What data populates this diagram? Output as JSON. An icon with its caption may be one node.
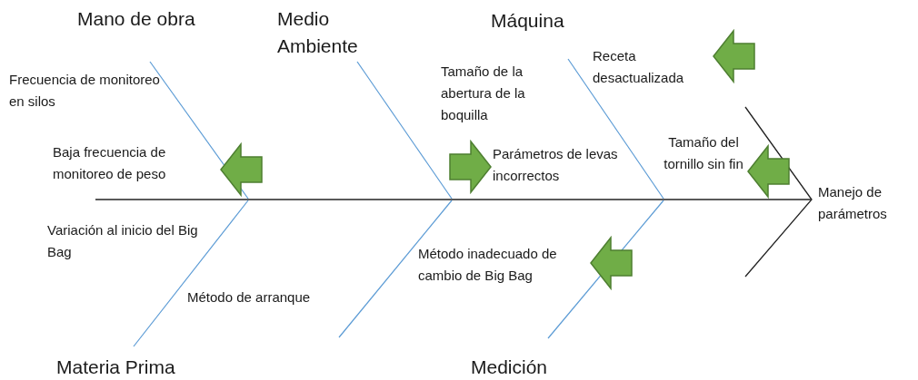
{
  "diagram": {
    "labels": [
      "Mano de obra",
      "Medio Ambiente",
      "Máquina",
      "Receta desactualizada",
      "Tamaño de la abertura de la boquilla",
      "Frecuencia de monitoreo en silos",
      "Tamaño del tornillo sin fin",
      "Baja frecuencia de monitoreo de peso",
      "Parámetros de levas incorrectos",
      "Manejo de parámetros",
      "Variación al inicio del Big Bag",
      "Método inadecuado de cambio de Big Bag",
      "Método de arranque",
      "Materia Prima",
      "Medición"
    ]
  }
}
